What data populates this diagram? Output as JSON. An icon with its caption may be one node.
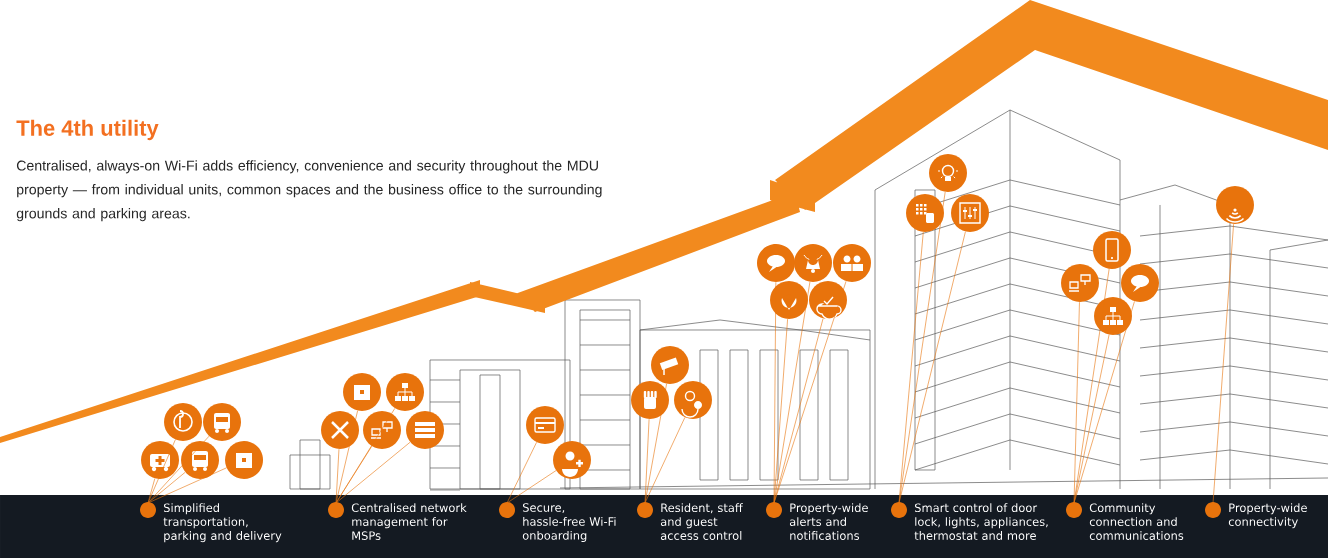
{
  "diagram": {
    "title": "The 4th utility",
    "nodes": [
      {
        "text": [
          "Simplified transportation, parking and delivery"
        ]
      },
      {
        "text": [
          "Centralised network management for MSPs"
        ]
      },
      {
        "text": [
          "Secure, hassle-free Wi-Fi onboarding"
        ]
      },
      {
        "text": [
          "Resident, staff and guest access control"
        ]
      },
      {
        "text": [
          "Property-wide alerts and notifications"
        ]
      },
      {
        "text": [
          "Smart control of door lock, lights, appliances, thermostat and more"
        ]
      },
      {
        "text": [
          "Community connection and communications"
        ]
      },
      {
        "text": [
          "Property-wide connectivity"
        ]
      },
      {
        "text": [],
        "shape": "circle"
      },
      {
        "text": [],
        "shape": "circle"
      },
      {
        "text": [],
        "shape": "circle"
      },
      {
        "text": [],
        "shape": "circle"
      },
      {
        "text": [],
        "shape": "circle"
      },
      {
        "text": [],
        "shape": "circle"
      },
      {
        "text": [],
        "shape": "circle"
      },
      {
        "text": [],
        "shape": "circle"
      },
      {
        "text": [],
        "shape": "circle"
      },
      {
        "text": [],
        "shape": "circle"
      },
      {
        "text": [],
        "shape": "circle"
      },
      {
        "text": [],
        "shape": "circle"
      },
      {
        "text": [],
        "shape": "circle"
      },
      {
        "text": [],
        "shape": "circle"
      },
      {
        "text": [],
        "shape": "circle"
      },
      {
        "text": [],
        "shape": "circle"
      },
      {
        "text": [],
        "shape": "circle"
      },
      {
        "text": [],
        "shape": "circle"
      },
      {
        "text": [],
        "shape": "circle"
      },
      {
        "text": [],
        "shape": "circle"
      },
      {
        "text": [],
        "shape": "circle"
      },
      {
        "text": [],
        "shape": "circle"
      },
      {
        "text": [],
        "shape": "circle"
      },
      {
        "text": [],
        "shape": "circle"
      },
      {
        "text": [],
        "shape": "circle"
      },
      {
        "text": [],
        "shape": "circle"
      },
      {
        "text": [],
        "shape": "circle"
      },
      {
        "text": [],
        "shape": "circle"
      }
    ],
    "edges": [
      {
        "from": 8,
        "to": 0,
        "arrow": "none"
      },
      {
        "from": 9,
        "to": 0,
        "arrow": "none"
      },
      {
        "from": 10,
        "to": 0,
        "arrow": "none"
      },
      {
        "from": 11,
        "to": 0,
        "arrow": "none"
      },
      {
        "from": 12,
        "to": 0,
        "arrow": "none"
      },
      {
        "from": 13,
        "to": 1,
        "arrow": "none"
      },
      {
        "from": 14,
        "to": 1,
        "arrow": "none"
      },
      {
        "from": 15,
        "to": 1,
        "arrow": "none"
      },
      {
        "from": 16,
        "to": 1,
        "arrow": "none"
      },
      {
        "from": 17,
        "to": 1,
        "arrow": "none"
      },
      {
        "from": 18,
        "to": 2,
        "arrow": "none"
      },
      {
        "from": 19,
        "to": 2,
        "arrow": "none"
      },
      {
        "from": 20,
        "to": 3,
        "arrow": "none"
      },
      {
        "from": 21,
        "to": 3,
        "arrow": "none"
      },
      {
        "from": 22,
        "to": 3,
        "arrow": "none"
      },
      {
        "from": 23,
        "to": 4,
        "arrow": "none"
      },
      {
        "from": 24,
        "to": 4,
        "arrow": "none"
      },
      {
        "from": 25,
        "to": 4,
        "arrow": "none"
      },
      {
        "from": 26,
        "to": 4,
        "arrow": "none"
      },
      {
        "from": 27,
        "to": 4,
        "arrow": "none"
      },
      {
        "from": 28,
        "to": 5,
        "arrow": "none"
      },
      {
        "from": 29,
        "to": 5,
        "arrow": "none"
      },
      {
        "from": 30,
        "to": 5,
        "arrow": "none"
      },
      {
        "from": 31,
        "to": 6,
        "arrow": "none"
      },
      {
        "from": 32,
        "to": 6,
        "arrow": "none"
      },
      {
        "from": 33,
        "to": 6,
        "arrow": "none"
      },
      {
        "from": 34,
        "to": 6,
        "arrow": "none"
      },
      {
        "from": 35,
        "to": 7,
        "arrow": "none"
      }
    ],
    "labels": [
      "Centralised, always-on Wi-Fi adds efficiency, convenience and security throughout the MDU property — from individual units, common spaces and the business office to the surrounding grounds and parking areas."
    ]
  }
}
